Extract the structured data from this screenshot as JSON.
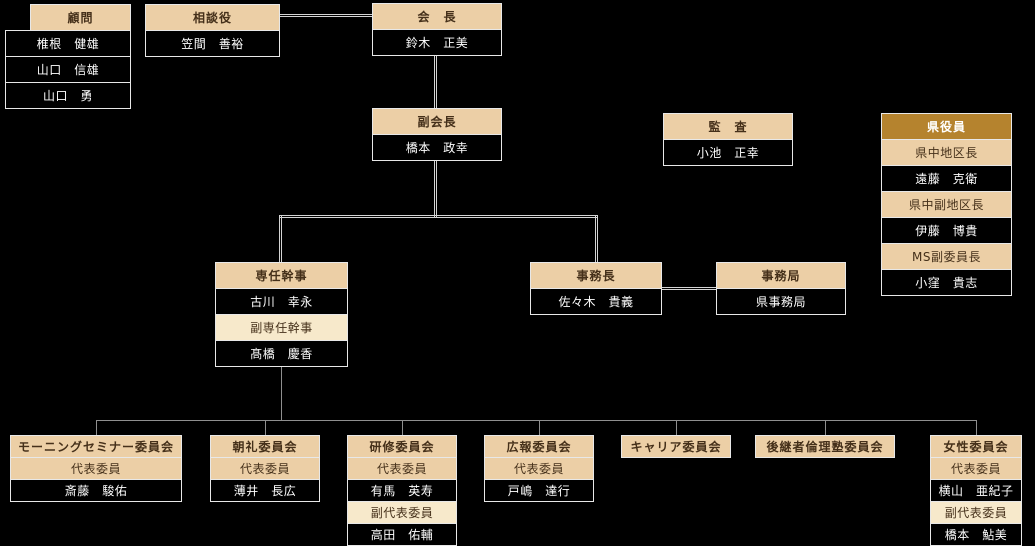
{
  "colors": {
    "bg": "#000000",
    "tan": "#eccfa6",
    "brown": "#b5832e",
    "cream": "#f7e9cb",
    "box-text": "#45301a",
    "name-text": "#ffffff",
    "connector": "#d4d4d4",
    "tree": "#8f8f8f"
  },
  "org": {
    "advisor": {
      "title": "顧問",
      "members": [
        "椎根　健雄",
        "山口　信雄",
        "山口　勇"
      ]
    },
    "counselor": {
      "title": "相談役",
      "member": "笠間　善裕"
    },
    "president": {
      "title": "会　長",
      "member": "鈴木　正美"
    },
    "vice_president": {
      "title": "副会長",
      "member": "橋本　政幸"
    },
    "audit": {
      "title": "監　査",
      "member": "小池　正幸"
    },
    "pref_officers": {
      "title": "県役員",
      "rows": [
        "県中地区長",
        "遠藤　克衛",
        "県中副地区長",
        "伊藤　博貴",
        "MS副委員長",
        "小窪　貴志"
      ]
    },
    "senior_secretary": {
      "title": "専任幹事",
      "rows": [
        "古川　幸永",
        "副専任幹事",
        "髙橋　慶香"
      ]
    },
    "office_manager": {
      "title": "事務長",
      "member": "佐々木　貴義"
    },
    "secretariat": {
      "title": "事務局",
      "member": "県事務局"
    },
    "committees": [
      {
        "title": "モーニングセミナー委員会",
        "rows": [
          "代表委員",
          "斎藤　駿佑"
        ]
      },
      {
        "title": "朝礼委員会",
        "rows": [
          "代表委員",
          "薄井　長広"
        ]
      },
      {
        "title": "研修委員会",
        "rows": [
          "代表委員",
          "有馬　英寿",
          "副代表委員",
          "高田　佑輔"
        ]
      },
      {
        "title": "広報委員会",
        "rows": [
          "代表委員",
          "戸嶋　達行"
        ]
      },
      {
        "title": "キャリア委員会",
        "rows": []
      },
      {
        "title": "後継者倫理塾委員会",
        "rows": []
      },
      {
        "title": "女性委員会",
        "rows": [
          "代表委員",
          "横山　亜紀子",
          "副代表委員",
          "橋本　鮎美"
        ]
      }
    ]
  }
}
